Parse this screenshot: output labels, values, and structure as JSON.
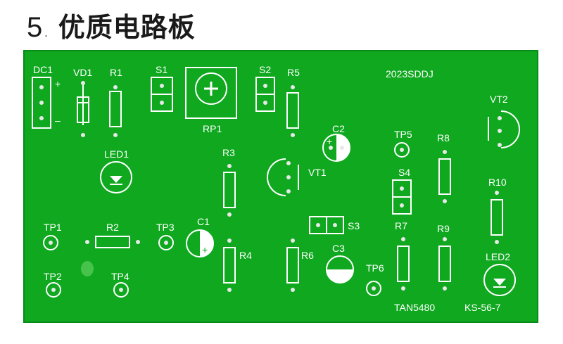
{
  "heading": {
    "number": "5",
    "dot": ".",
    "text": "优质电路板"
  },
  "colors": {
    "board": "#0fa81f",
    "board_edge": "#0a8a18",
    "silk": "#ffffff",
    "hole": "#e8e8e8",
    "background": "#ffffff"
  },
  "board": {
    "title": "2023SDDJ",
    "labels": {
      "dc1": "DC1",
      "vd1": "VD1",
      "r1": "R1",
      "s1": "S1",
      "s2": "S2",
      "r5": "R5",
      "rp1": "RP1",
      "c2": "C2",
      "vt2": "VT2",
      "tp5": "TP5",
      "r8": "R8",
      "led1": "LED1",
      "r3": "R3",
      "vt1": "VT1",
      "s4": "S4",
      "r10": "R10",
      "tp1": "TP1",
      "r2": "R2",
      "tp3": "TP3",
      "c1": "C1",
      "s3": "S3",
      "r7": "R7",
      "r9": "R9",
      "r4": "R4",
      "r6": "R6",
      "c3": "C3",
      "led2": "LED2",
      "tp2": "TP2",
      "tp4": "TP4",
      "tp6": "TP6",
      "tan": "TAN5480",
      "ks": "KS-56-7",
      "plus": "+",
      "minus": "–",
      "cap_plus": "+"
    }
  }
}
